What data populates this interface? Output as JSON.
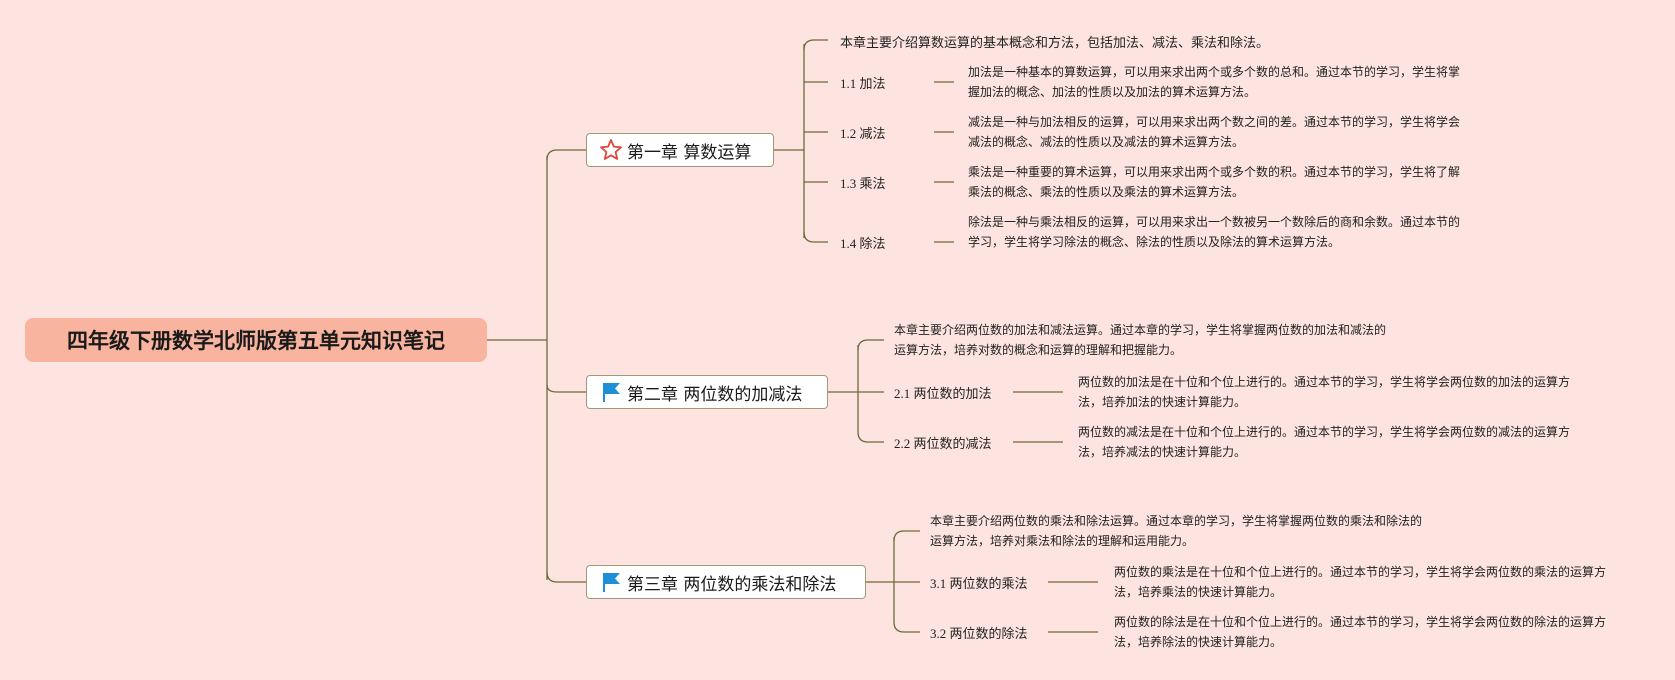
{
  "root": {
    "title": "四年级下册数学北师版第五单元知识笔记"
  },
  "chapters": [
    {
      "label": "第一章 算数运算",
      "icon": "star-icon",
      "summary": "本章主要介绍算数运算的基本概念和方法，包括加法、减法、乘法和除法。",
      "sections": [
        {
          "label": "1.1 加法",
          "desc": "加法是一种基本的算数运算，可以用来求出两个或多个数的总和。通过本节的学习，学生将掌握加法的概念、加法的性质以及加法的算术运算方法。"
        },
        {
          "label": "1.2 减法",
          "desc": "减法是一种与加法相反的运算，可以用来求出两个数之间的差。通过本节的学习，学生将学会减法的概念、减法的性质以及减法的算术运算方法。"
        },
        {
          "label": "1.3 乘法",
          "desc": "乘法是一种重要的算术运算，可以用来求出两个或多个数的积。通过本节的学习，学生将了解乘法的概念、乘法的性质以及乘法的算术运算方法。"
        },
        {
          "label": "1.4 除法",
          "desc": "除法是一种与乘法相反的运算，可以用来求出一个数被另一个数除后的商和余数。通过本节的学习，学生将学习除法的概念、除法的性质以及除法的算术运算方法。"
        }
      ]
    },
    {
      "label": "第二章 两位数的加减法",
      "icon": "flag-icon",
      "summary": "本章主要介绍两位数的加法和减法运算。通过本章的学习，学生将掌握两位数的加法和减法的运算方法，培养对数的概念和运算的理解和把握能力。",
      "sections": [
        {
          "label": "2.1 两位数的加法",
          "desc": "两位数的加法是在十位和个位上进行的。通过本节的学习，学生将学会两位数的加法的运算方法，培养加法的快速计算能力。"
        },
        {
          "label": "2.2 两位数的减法",
          "desc": "两位数的减法是在十位和个位上进行的。通过本节的学习，学生将学会两位数的减法的运算方法，培养减法的快速计算能力。"
        }
      ]
    },
    {
      "label": "第三章 两位数的乘法和除法",
      "icon": "flag-icon",
      "summary": "本章主要介绍两位数的乘法和除法运算。通过本章的学习，学生将掌握两位数的乘法和除法的运算方法，培养对乘法和除法的理解和运用能力。",
      "sections": [
        {
          "label": "3.1 两位数的乘法",
          "desc": "两位数的乘法是在十位和个位上进行的。通过本节的学习，学生将学会两位数的乘法的运算方法，培养乘法的快速计算能力。"
        },
        {
          "label": "3.2 两位数的除法",
          "desc": "两位数的除法是在十位和个位上进行的。通过本节的学习，学生将学会两位数的除法的运算方法，培养除法的快速计算能力。"
        }
      ]
    }
  ],
  "colors": {
    "background": "#fde4e0",
    "root_fill": "#f9b4a0",
    "line": "#6b6b3a",
    "star": "#e0463c",
    "flag": "#1f8fd6"
  }
}
